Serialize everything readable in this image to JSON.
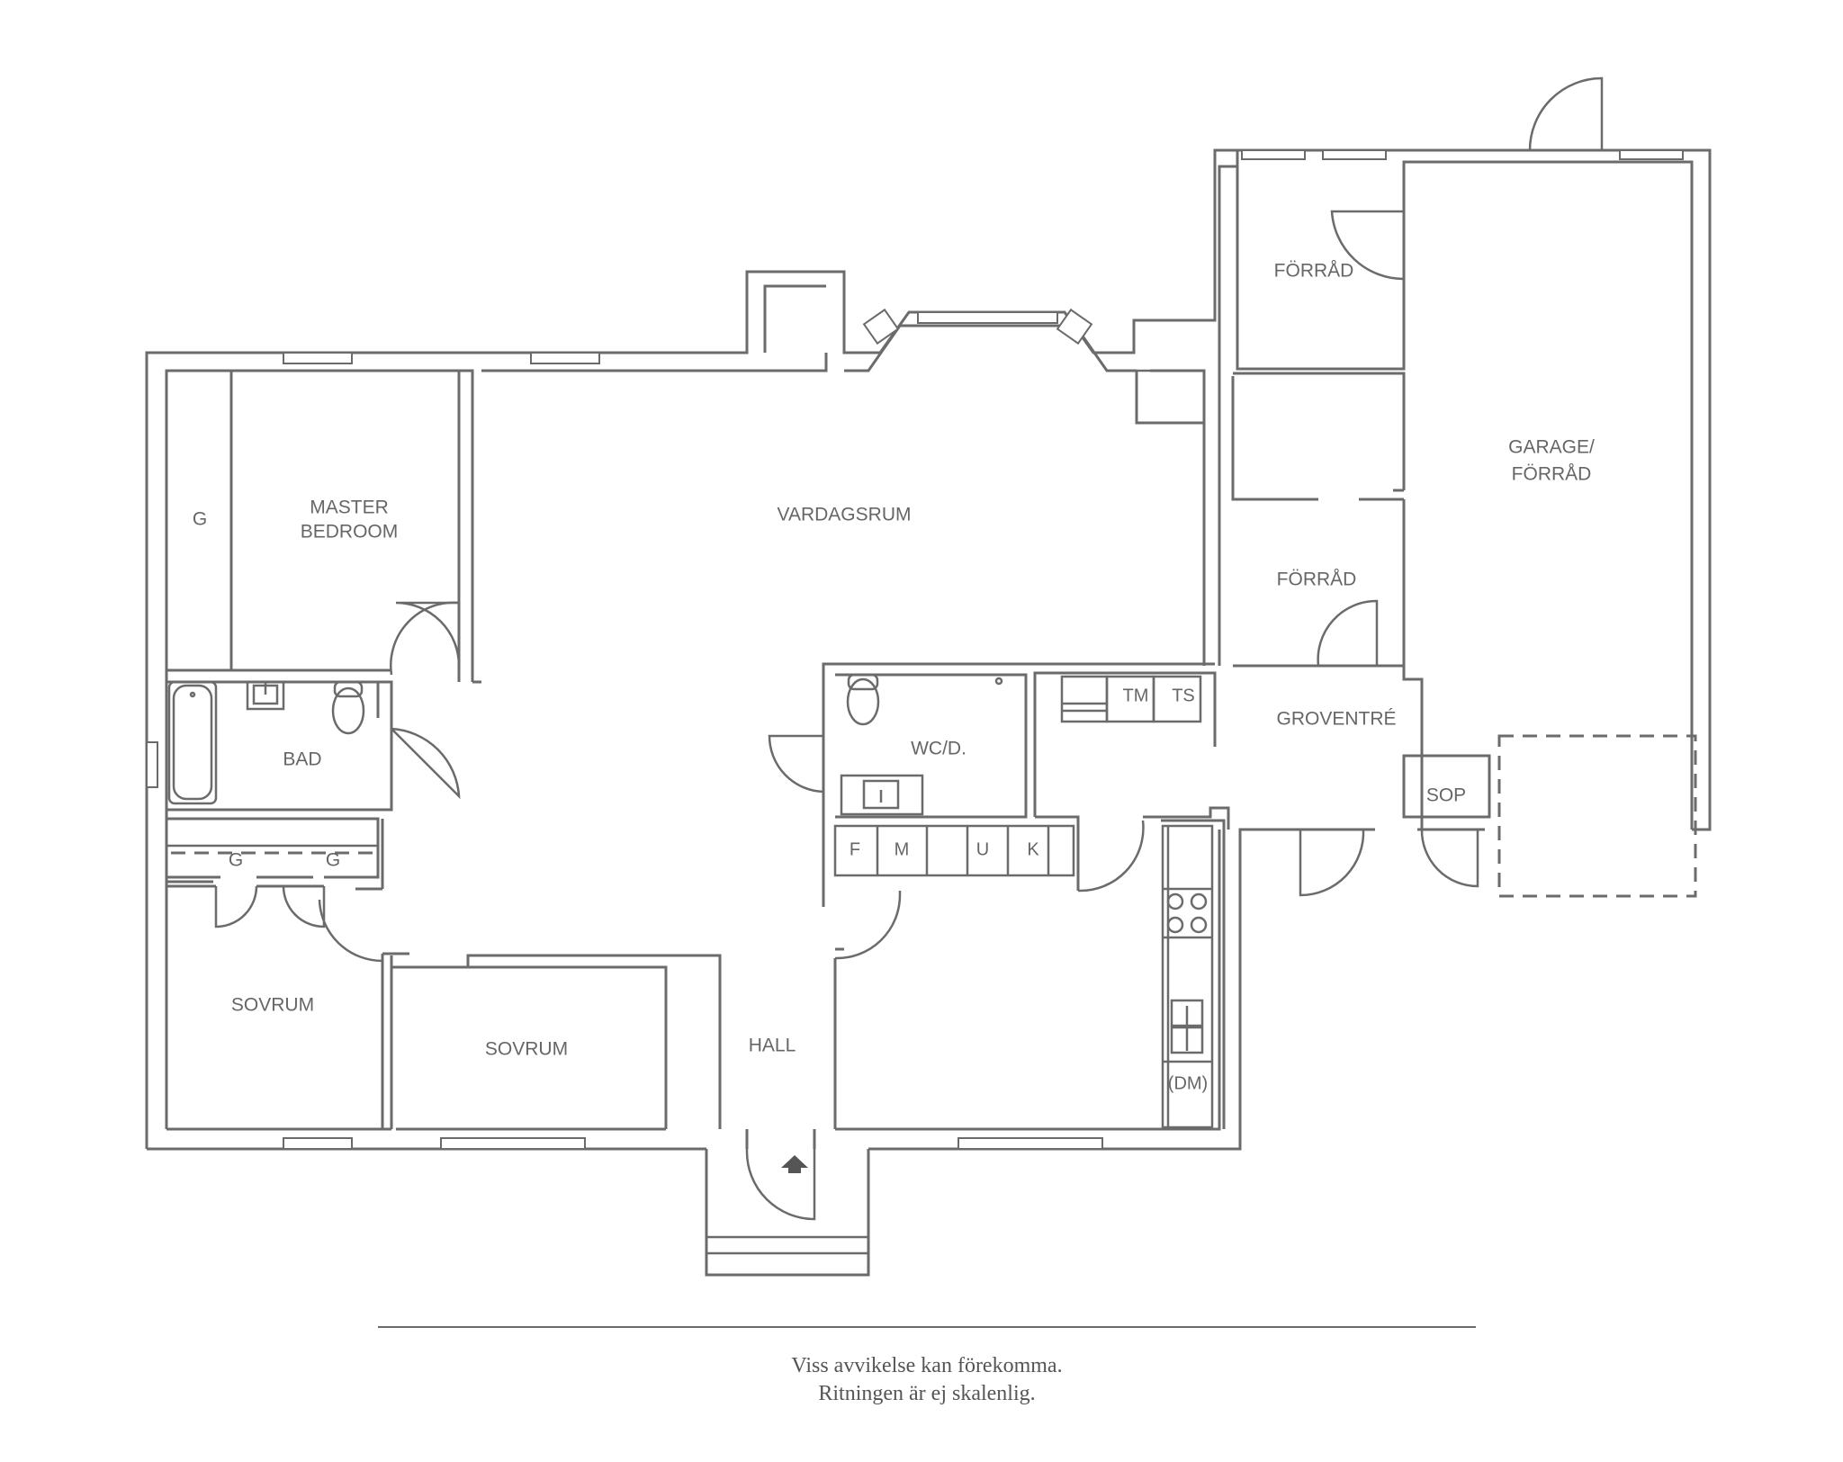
{
  "rooms": {
    "master_bedroom_line1": "MASTER",
    "master_bedroom_line2": "BEDROOM",
    "wardrobe_master": "G",
    "bath": "BAD",
    "wardrobe_left": "G",
    "wardrobe_right": "G",
    "bedroom_1": "SOVRUM",
    "bedroom_2": "SOVRUM",
    "living_room": "VARDAGSRUM",
    "hall": "HALL",
    "wc_shower": "WC/D.",
    "cabinet_f": "F",
    "cabinet_m": "M",
    "cabinet_u": "U",
    "cabinet_k": "K",
    "tumble_dryer": "TM",
    "drying_cabinet": "TS",
    "back_entrance": "GROVENTRÉ",
    "waste": "SOP",
    "storage_top": "FÖRRÅD",
    "storage_middle": "FÖRRÅD",
    "garage_line1": "GARAGE/",
    "garage_line2": "FÖRRÅD",
    "dishwasher": "(DM)"
  },
  "footer": {
    "line1": "Viss avvikelse kan förekomma.",
    "line2": "Ritningen är ej skalenlig."
  }
}
